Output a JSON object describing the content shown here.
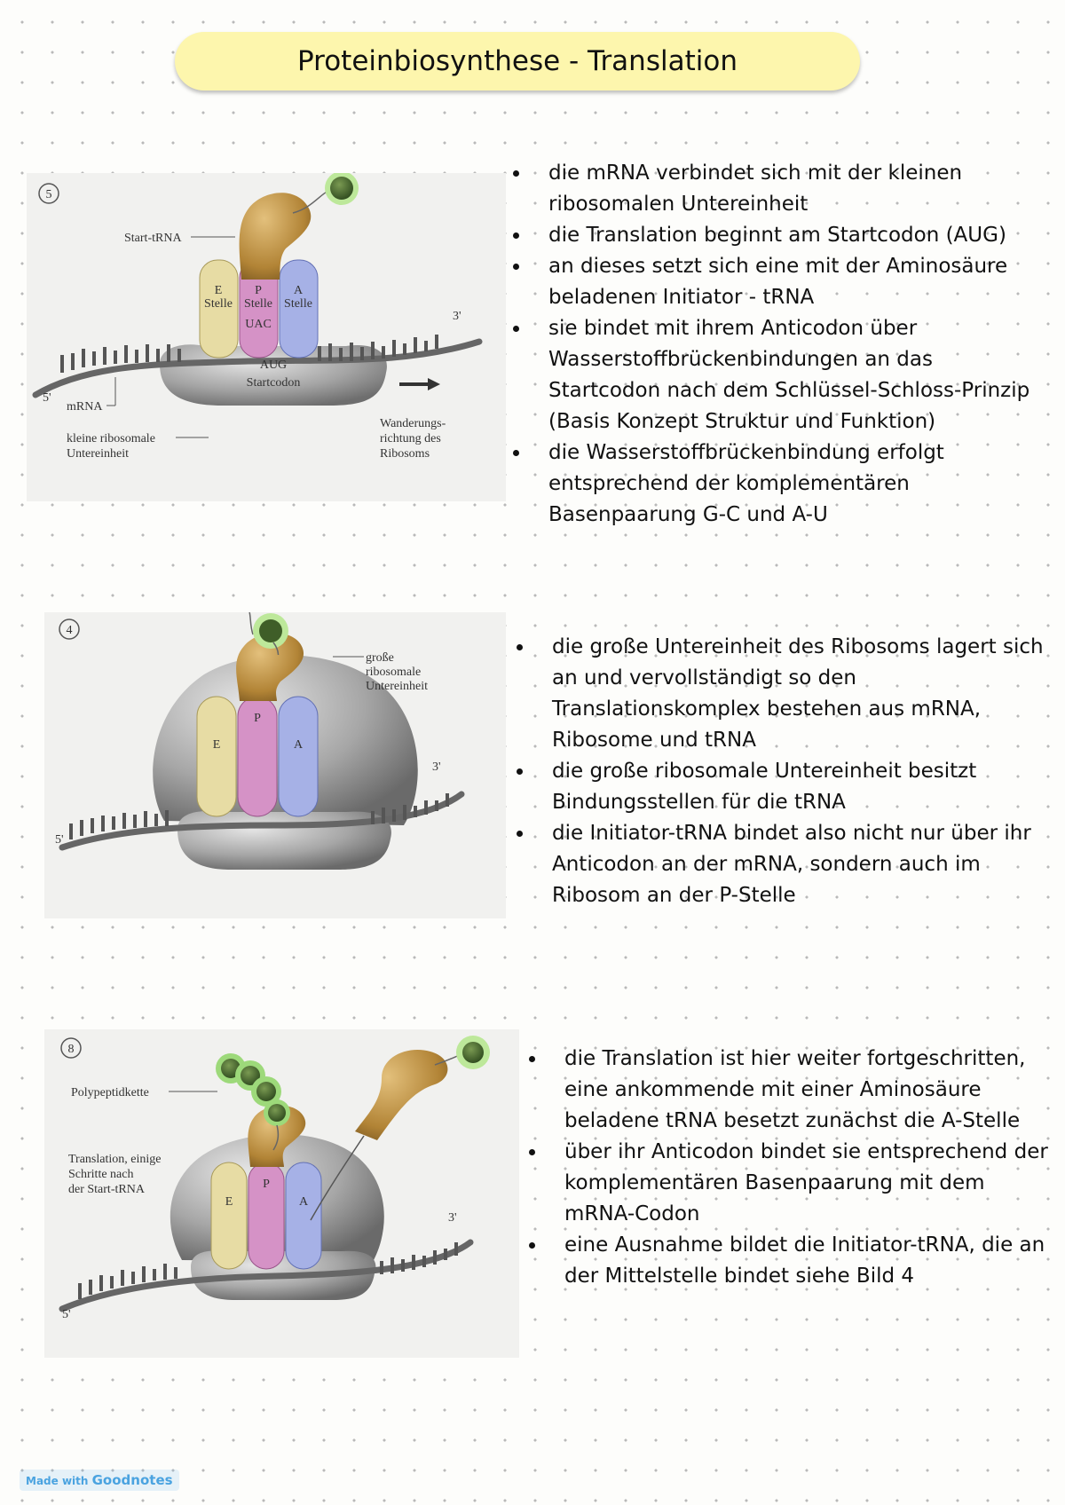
{
  "title": "Proteinbiosynthese - Translation",
  "figures": [
    {
      "number": "5",
      "labels": {
        "start_trna": "Start-tRNA",
        "e_site": "E\nStelle",
        "p_site": "P\nStelle",
        "a_site": "A\nStelle",
        "anticodon": "UAC",
        "codon": "AUG",
        "codon_caption": "Startcodon",
        "end3": "3'",
        "end5": "5'",
        "mrna": "mRNA",
        "small_subunit": "kleine ribosomale\nUntereinheit",
        "direction": "Wanderungs-\nrichtung des\nRibosoms"
      }
    },
    {
      "number": "4",
      "labels": {
        "large_subunit": "große\nribosomale\nUntereinheit",
        "e_site": "E",
        "p_site": "P",
        "a_site": "A",
        "end3": "3'",
        "end5": "5'"
      }
    },
    {
      "number": "8",
      "labels": {
        "polypeptide": "Polypeptidkette",
        "caption": "Translation, einige\nSchritte nach\nder Start-tRNA",
        "e_site": "E",
        "p_site": "P",
        "a_site": "A",
        "end3": "3'",
        "end5": "5'"
      }
    }
  ],
  "sections": [
    {
      "bullets": [
        "die mRNA verbindet sich mit der kleinen ribosomalen Untereinheit",
        "die Translation beginnt am Startcodon (AUG)",
        "an dieses setzt sich eine mit der Aminosäure beladenen Initiator - tRNA",
        "sie bindet mit ihrem Anticodon über Wasserstoffbrückenbindungen an das Startcodon nach dem Schlüssel-Schloss-Prinzip (Basis Konzept Struktur und Funktion)",
        "die Wasserstoffbrückenbindung erfolgt entsprechend der komplementären Basenpaarung G-C und A-U"
      ]
    },
    {
      "bullets": [
        "die große Untereinheit des Ribosoms lagert sich an und vervollständigt so den Translationskomplex bestehen aus mRNA, Ribosome und tRNA",
        "die große ribosomale Untereinheit besitzt Bindungsstellen für die tRNA",
        "die Initiator-tRNA bindet also nicht nur über ihr Anticodon an der mRNA, sondern auch im Ribosom an der P-Stelle"
      ]
    },
    {
      "bullets": [
        "die Translation ist hier weiter fortgeschritten, eine ankommende mit einer Aminosäure beladene tRNA besetzt zunächst die A-Stelle",
        "über ihr Anticodon bindet sie entsprechend der komplementären Basenpaarung mit dem mRNA-Codon",
        "eine Ausnahme bildet die Initiator-tRNA, die an der Mittelstelle bindet siehe Bild 4"
      ]
    }
  ],
  "footer": {
    "made_with": "Made with",
    "brand": "Goodnotes"
  },
  "colors": {
    "banner": "#fdf6ad",
    "trna": "#b98a3a",
    "e_site": "#e7dca4",
    "p_site": "#d592c6",
    "a_site": "#a6b1e6",
    "ribosome": "#a2a2a2",
    "amino_acid": "#7fbf46"
  }
}
